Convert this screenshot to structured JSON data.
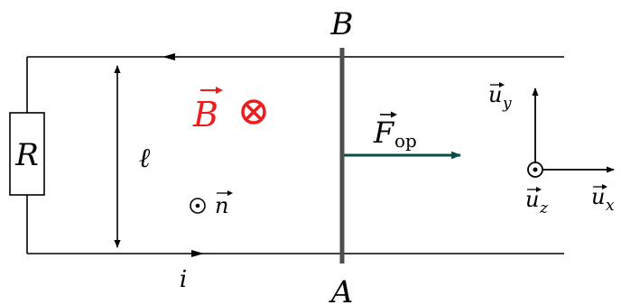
{
  "labels": {
    "rod_top": "B",
    "rod_bottom": "A",
    "resistor": "R",
    "length": "ℓ",
    "current": "i",
    "field_symbol": "B",
    "force_symbol": "F",
    "force_subscript": "op",
    "normal_symbol": "n",
    "ux_symbol": "u",
    "ux_subscript": "x",
    "uy_symbol": "u",
    "uy_subscript": "y",
    "uz_symbol": "u",
    "uz_subscript": "z"
  },
  "colors": {
    "field": "#ee1c1c",
    "force_arrow": "#0b4a4a",
    "rod": "#4d4d4d",
    "wire": "#000000"
  }
}
